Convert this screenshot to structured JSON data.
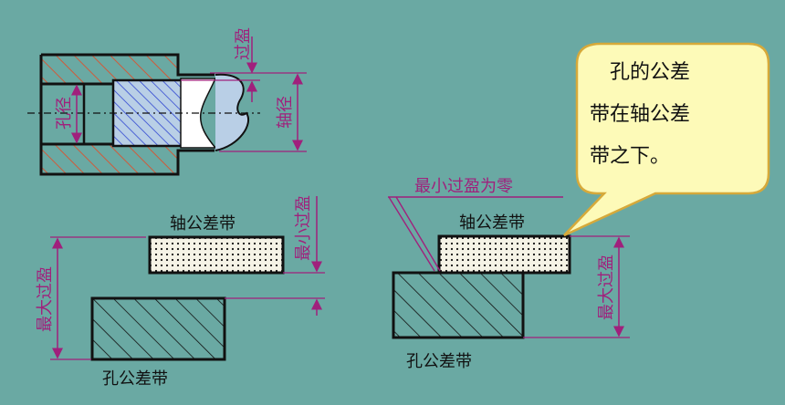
{
  "labels": {
    "interference": "过盈",
    "hole_diameter": "孔径",
    "shaft_diameter": "轴径",
    "shaft_zone_left": "轴公差带",
    "hole_zone_left": "孔公差带",
    "min_interference_left": "最小过盈",
    "max_interference_left": "最大过盈",
    "shaft_zone_right": "轴公差带",
    "hole_zone_right": "孔公差带",
    "min_interference_zero": "最小过盈为零",
    "max_interference_right": "最大过盈"
  },
  "callout": {
    "lines": [
      "孔的公差",
      "带在轴公差",
      "带之下。"
    ]
  },
  "colors": {
    "background": "#6aa9a3",
    "dimension": "#a0207c",
    "section_hatch": "#d05a3a",
    "shaft_hatch": "#2a3fd0",
    "callout_fill": "#fdfab8",
    "callout_stroke": "#d6a93a",
    "zone_fill": "#f5f3e6"
  }
}
